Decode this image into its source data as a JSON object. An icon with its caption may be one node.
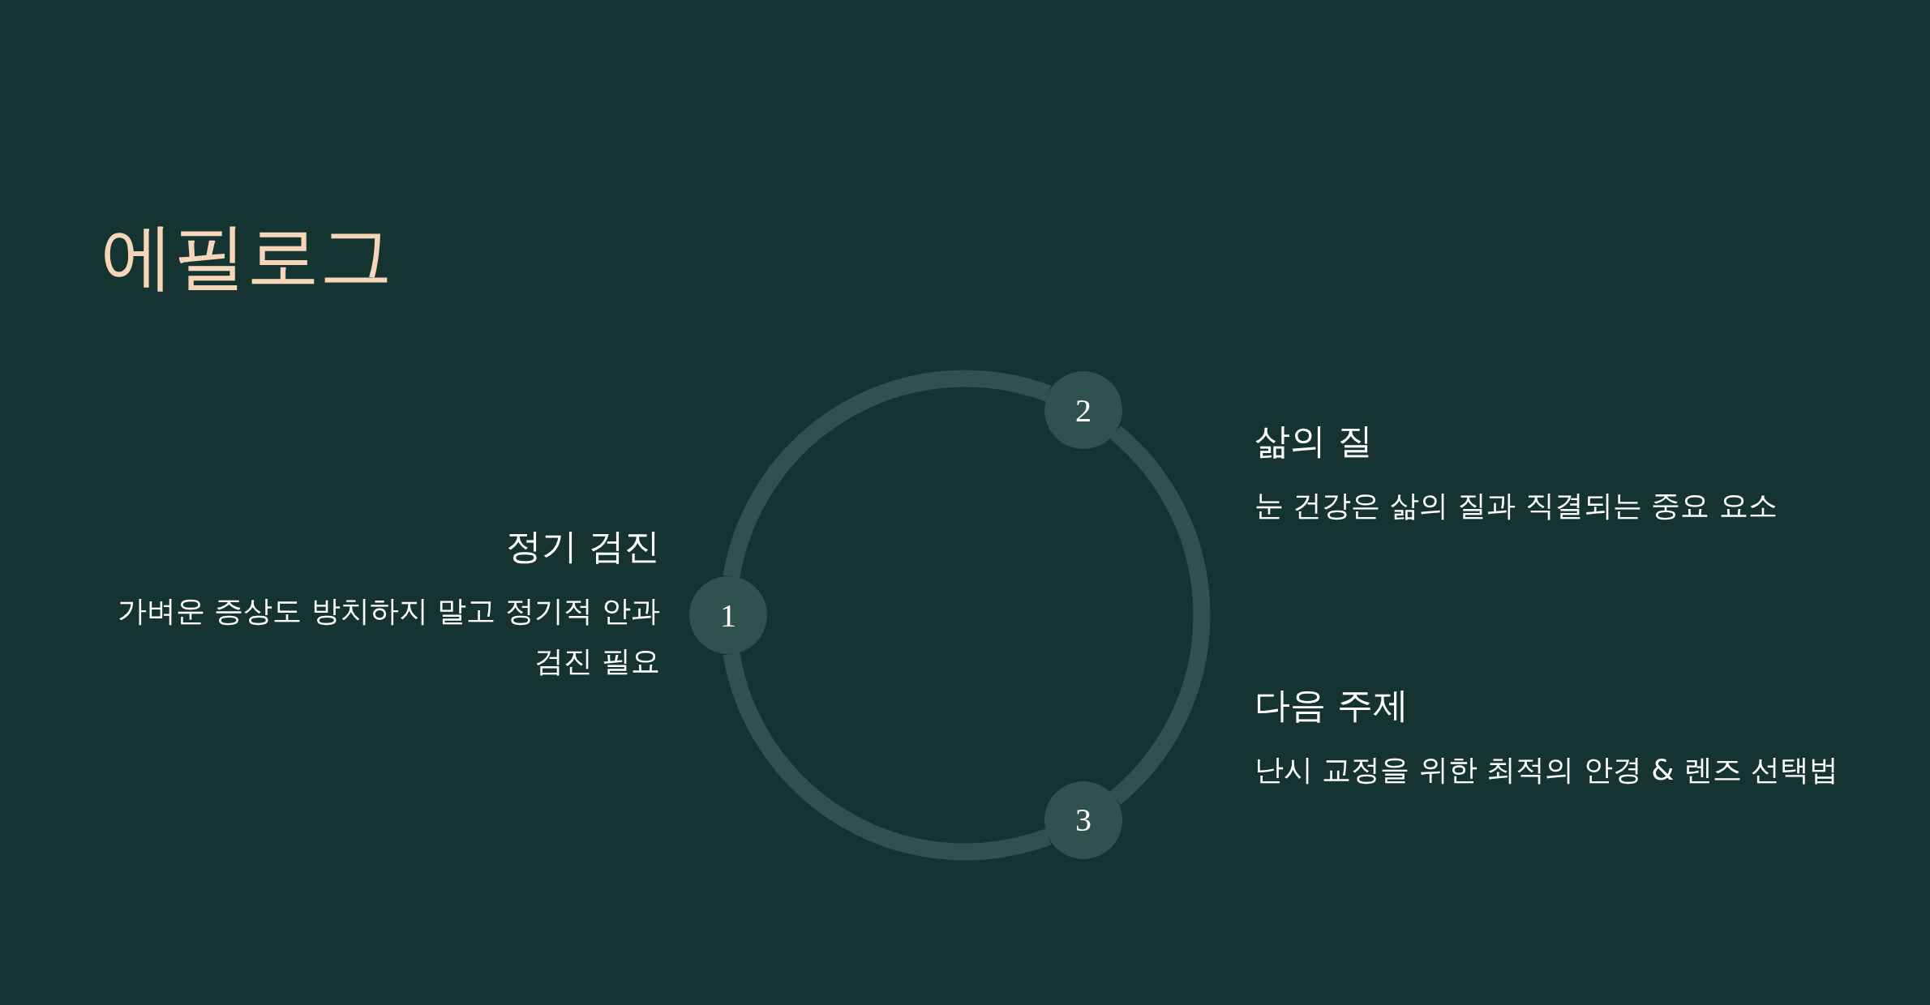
{
  "diagram": {
    "title": "에필로그",
    "nodes": [
      {
        "text": [
          "1"
        ],
        "beside": [
          "정기 검진",
          "가벼운 증상도 방치하지 말고 정기적 안과 검진 필요"
        ]
      },
      {
        "text": [
          "2"
        ],
        "beside": [
          "삶의 질",
          "눈 건강은 삶의 질과 직결되는 중요 요소"
        ]
      },
      {
        "text": [
          "3"
        ],
        "beside": [
          "다음 주제",
          "난시 교정을 위한 최적의 안경 & 렌즈 선택법"
        ]
      }
    ],
    "edges": [
      {
        "from": 0,
        "to": 1,
        "arrow": "none"
      },
      {
        "from": 1,
        "to": 2,
        "arrow": "none"
      },
      {
        "from": 2,
        "to": 0,
        "arrow": "none"
      }
    ]
  }
}
